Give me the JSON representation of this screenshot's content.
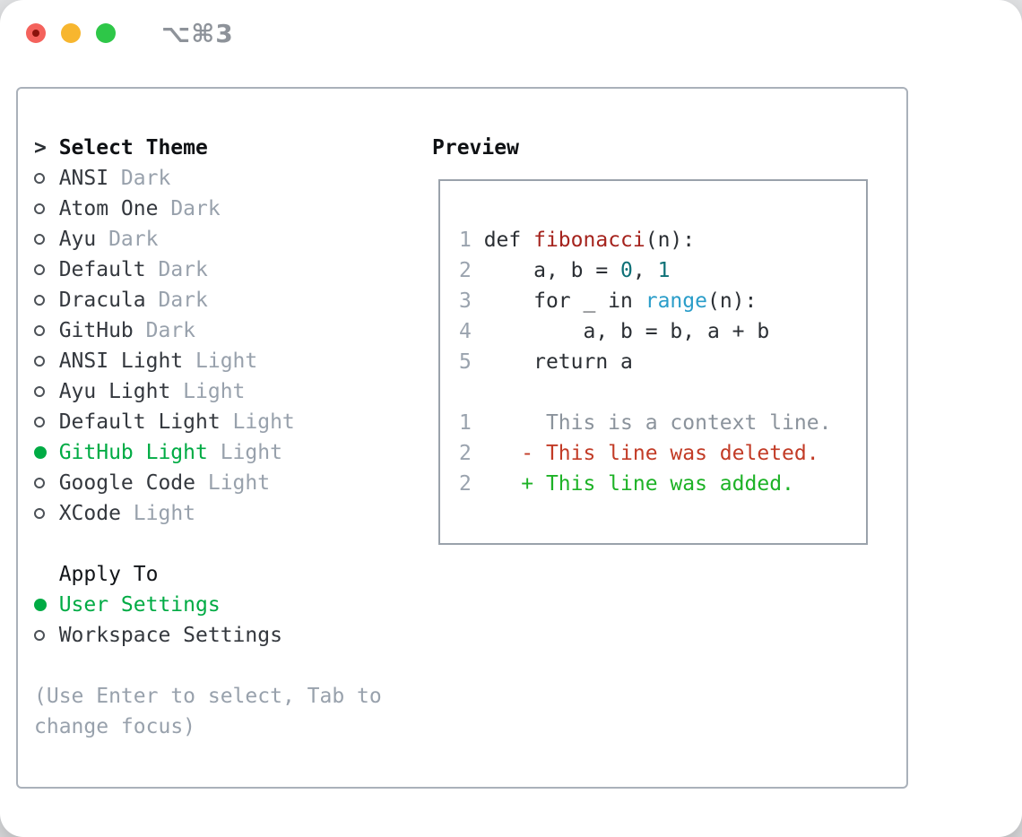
{
  "window": {
    "shortcut_label": "⌥⌘3"
  },
  "traffic_lights": {
    "close_color": "#f4625c",
    "close_dot_color": "#8a130c",
    "minimize_color": "#f7b62f",
    "zoom_color": "#2ec748"
  },
  "theme_selector": {
    "prompt": ">",
    "header": "Select Theme",
    "items": [
      {
        "name": "ANSI",
        "variant": "Dark",
        "selected": false
      },
      {
        "name": "Atom One",
        "variant": "Dark",
        "selected": false
      },
      {
        "name": "Ayu",
        "variant": "Dark",
        "selected": false
      },
      {
        "name": "Default",
        "variant": "Dark",
        "selected": false
      },
      {
        "name": "Dracula",
        "variant": "Dark",
        "selected": false
      },
      {
        "name": "GitHub",
        "variant": "Dark",
        "selected": false
      },
      {
        "name": "ANSI Light",
        "variant": "Light",
        "selected": false
      },
      {
        "name": "Ayu Light",
        "variant": "Light",
        "selected": false
      },
      {
        "name": "Default Light",
        "variant": "Light",
        "selected": false
      },
      {
        "name": "GitHub Light",
        "variant": "Light",
        "selected": true
      },
      {
        "name": "Google Code",
        "variant": "Light",
        "selected": false
      },
      {
        "name": "XCode",
        "variant": "Light",
        "selected": false
      }
    ]
  },
  "apply_to": {
    "header": "Apply To",
    "options": [
      {
        "label": "User Settings",
        "selected": true
      },
      {
        "label": "Workspace Settings",
        "selected": false
      }
    ]
  },
  "hint": {
    "line1": "(Use Enter to select, Tab to",
    "line2": "change focus)"
  },
  "preview": {
    "header": "Preview",
    "lines": [
      {
        "num": "1",
        "tokens": [
          [
            " def ",
            "default"
          ],
          [
            "fibonacci",
            "fn"
          ],
          [
            "(n):",
            "default"
          ]
        ]
      },
      {
        "num": "2",
        "tokens": [
          [
            "     a, b = ",
            "default"
          ],
          [
            "0",
            "num"
          ],
          [
            ", ",
            "default"
          ],
          [
            "1",
            "num"
          ]
        ]
      },
      {
        "num": "3",
        "tokens": [
          [
            "     for _ in ",
            "default"
          ],
          [
            "range",
            "builtin"
          ],
          [
            "(n):",
            "default"
          ]
        ]
      },
      {
        "num": "4",
        "tokens": [
          [
            "         a, b = b, a + b",
            "default"
          ]
        ]
      },
      {
        "num": "5",
        "tokens": [
          [
            "     return a",
            "default"
          ]
        ]
      },
      {
        "num": "",
        "tokens": []
      },
      {
        "num": "1",
        "tokens": [
          [
            "      This is a context line.",
            "context"
          ]
        ]
      },
      {
        "num": "2",
        "tokens": [
          [
            "    - This line was deleted.",
            "del"
          ]
        ]
      },
      {
        "num": "2",
        "tokens": [
          [
            "    + This line was added.",
            "add"
          ]
        ]
      }
    ]
  },
  "colors": {
    "ui_selected_green": "#00ab44",
    "function_red": "#a5231d",
    "number_teal": "#0e7177",
    "builtin_blue": "#2a9dc9",
    "context_gray": "#8b939c",
    "deleted_red": "#c23b26",
    "added_green": "#1db226",
    "muted_gray": "#98a1ac",
    "panel_border": "#aab1ba",
    "preview_border": "#9aa2ab"
  }
}
